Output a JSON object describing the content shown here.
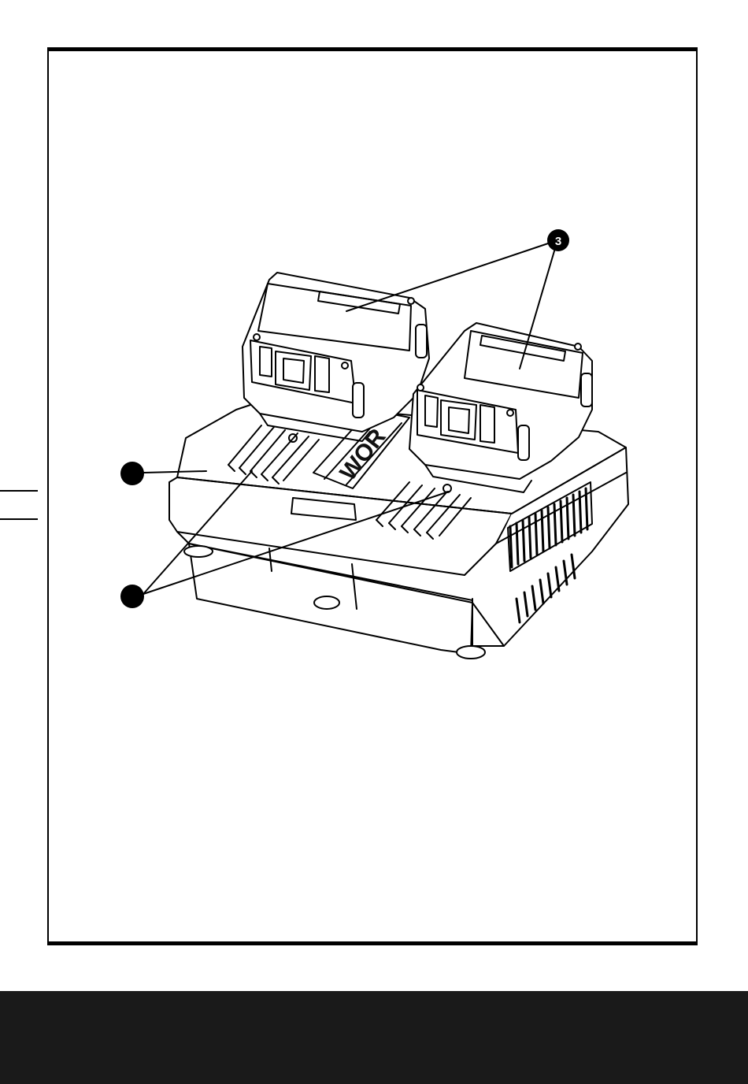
{
  "figure": {
    "callouts": [
      {
        "id": "callout-1",
        "label": ""
      },
      {
        "id": "callout-2",
        "label": ""
      },
      {
        "id": "callout-3",
        "label": "3"
      }
    ],
    "brand_logo": "WORX",
    "brand_logo_visible": "WOR"
  },
  "colors": {
    "ink": "#000000",
    "paper": "#ffffff",
    "footer_band": "#1a1a1a"
  }
}
